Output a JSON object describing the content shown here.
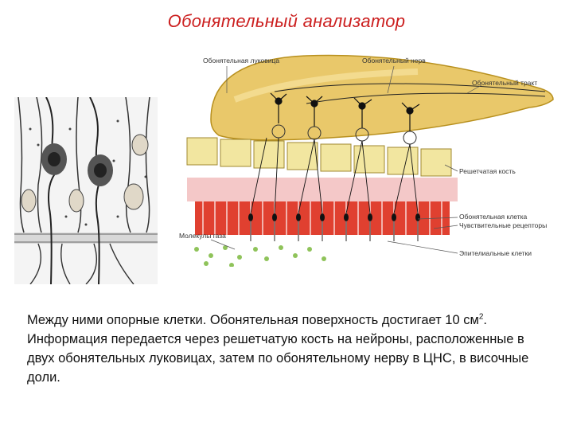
{
  "slide": {
    "title": "Обонятельный анализатор"
  },
  "diagram": {
    "labels": {
      "bulb": "Обонятельная луковица",
      "nerve": "Обонятельный нерв",
      "tract": "Обонятельный тракт",
      "ethmoid": "Решетчатая кость",
      "olfactory_cell": "Обонятельная клетка",
      "receptors": "Чувствительные рецепторы",
      "epithelium": "Эпителиальные клетки",
      "molecules": "Молекулы газа"
    }
  },
  "caption": {
    "part1": "Между ними опорные клетки. Обонятельная поверхность достигает 10 см",
    "sup": "2",
    "part2": ". Информация передается через решетчатую кость на нейроны, расположенные в двух обонятельных луковицах, затем по обонятельному нерву в ЦНС, в височные доли."
  }
}
